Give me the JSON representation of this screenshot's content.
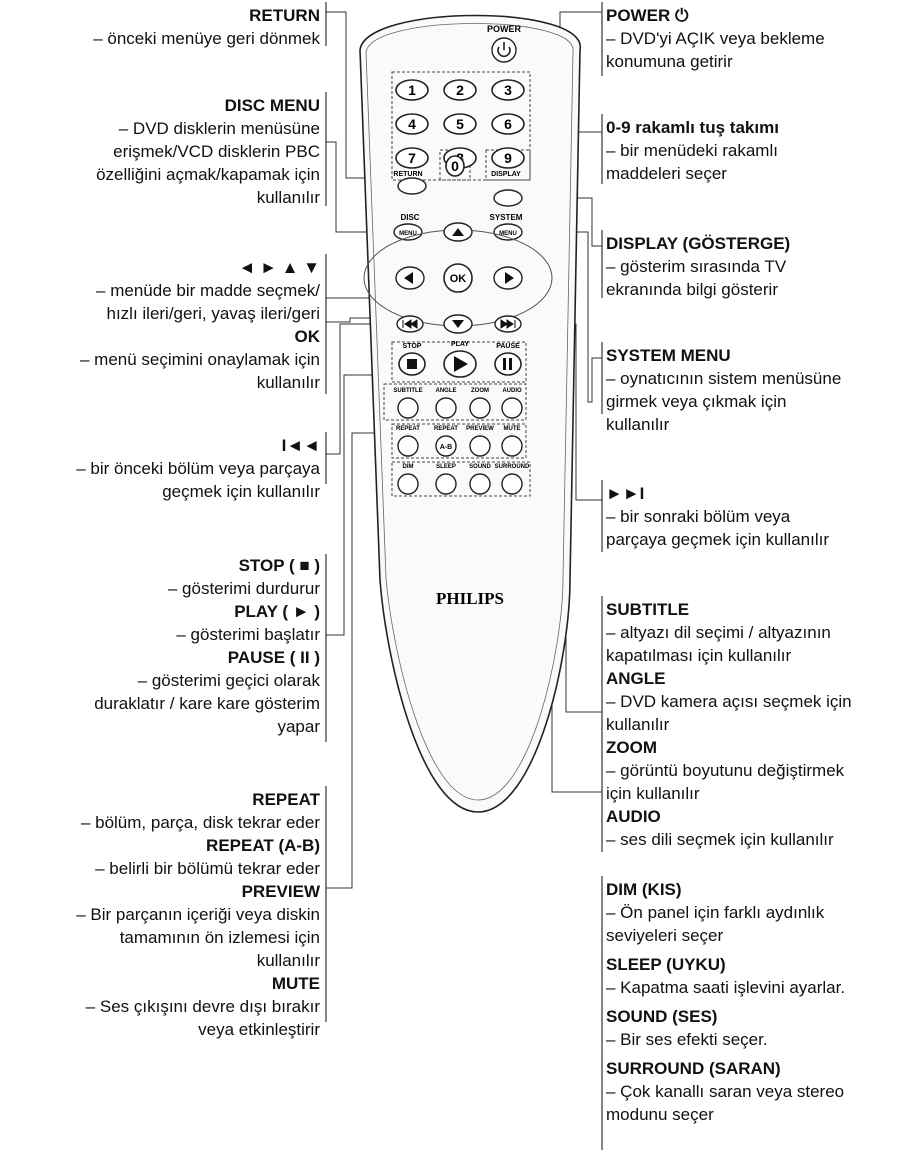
{
  "left": {
    "return": {
      "title": "RETURN",
      "desc": [
        "– önceki menüye geri dönmek"
      ]
    },
    "disc_menu": {
      "title": "DISC MENU",
      "desc": [
        "– DVD disklerin menüsüne",
        "erişmek/VCD disklerin PBC",
        "özelliğini açmak/kapamak için",
        "kullanılır"
      ]
    },
    "arrows": {
      "title": "◄ ► ▲ ▼",
      "desc": [
        "– menüde bir madde seçmek/",
        "hızlı ileri/geri, yavaş ileri/geri"
      ]
    },
    "ok": {
      "title": "OK",
      "desc": [
        "– menü seçimini onaylamak için",
        "kullanılır"
      ]
    },
    "prev": {
      "title": "I◄◄",
      "desc": [
        "– bir önceki bölüm veya parçaya",
        "geçmek için kullanılır"
      ]
    },
    "stop": {
      "title": "STOP ( ■ )",
      "desc": [
        "– gösterimi durdurur"
      ]
    },
    "play": {
      "title": "PLAY ( ► )",
      "desc": [
        "– gösterimi başlatır"
      ]
    },
    "pause": {
      "title": "PAUSE ( II )",
      "desc": [
        "– gösterimi geçici olarak",
        "duraklatır / kare kare gösterim",
        "yapar"
      ]
    },
    "repeat": {
      "title": "REPEAT",
      "desc": [
        "– bölüm, parça, disk tekrar eder"
      ]
    },
    "repeat_ab": {
      "title": "REPEAT (A-B)",
      "desc": [
        "– belirli bir bölümü tekrar eder"
      ]
    },
    "preview": {
      "title": "PREVIEW",
      "desc": [
        "– Bir parçanın içeriği veya diskin",
        "tamamının ön izlemesi için",
        "kullanılır"
      ]
    },
    "mute": {
      "title": "MUTE",
      "desc": [
        "– Ses çıkışını devre dışı bırakır",
        "veya etkinleştirir"
      ]
    }
  },
  "right": {
    "power": {
      "title": "POWER ⏻",
      "desc": [
        "– DVD'yi AÇIK veya bekleme",
        "konumuna getirir"
      ]
    },
    "numpad": {
      "title": "0-9 rakamlı tuş takımı",
      "desc": [
        "– bir menüdeki rakamlı",
        "maddeleri seçer"
      ]
    },
    "display": {
      "title": "DISPLAY (GÖSTERGE)",
      "desc": [
        "– gösterim sırasında TV",
        "ekranında bilgi gösterir"
      ]
    },
    "system_menu": {
      "title": "SYSTEM MENU",
      "desc": [
        "– oynatıcının sistem menüsüne",
        "girmek veya çıkmak için",
        "kullanılır"
      ]
    },
    "next": {
      "title": "►►I",
      "desc": [
        "– bir sonraki bölüm veya",
        "parçaya geçmek için kullanılır"
      ]
    },
    "subtitle": {
      "title": "SUBTITLE",
      "desc": [
        "– altyazı dil seçimi / altyazının",
        "kapatılması için kullanılır"
      ]
    },
    "angle": {
      "title": "ANGLE",
      "desc": [
        "– DVD kamera açısı seçmek için",
        "kullanılır"
      ]
    },
    "zoom": {
      "title": "ZOOM",
      "desc": [
        "– görüntü boyutunu değiştirmek",
        "için kullanılır"
      ]
    },
    "audio": {
      "title": "AUDIO",
      "desc": [
        "– ses dili seçmek için kullanılır"
      ]
    },
    "dim": {
      "title": "DIM (KIS)",
      "desc": [
        "–   Ön panel için farklı aydınlık",
        "seviyeleri seçer"
      ]
    },
    "sleep": {
      "title": "SLEEP (UYKU)",
      "desc": [
        "–   Kapatma saati işlevini ayarlar."
      ]
    },
    "sound": {
      "title": "SOUND (SES)",
      "desc": [
        "–   Bir ses efekti seçer."
      ]
    },
    "surround": {
      "title": "SURROUND (SARAN)",
      "desc": [
        "–   Çok kanallı saran veya stereo",
        "modunu seçer"
      ]
    }
  },
  "remote": {
    "brand": "PHILIPS",
    "power_label": "POWER",
    "digits": [
      "1",
      "2",
      "3",
      "4",
      "5",
      "6",
      "7",
      "8",
      "9",
      "0"
    ],
    "return_label": "RETURN",
    "display_label": "DISPLAY",
    "disc_label": "DISC",
    "system_label": "SYSTEM",
    "menu_label": "MENU",
    "ok_label": "OK",
    "stop_label": "STOP",
    "play_label": "PLAY",
    "pause_label": "PAUSE",
    "row1": [
      "SUBTITLE",
      "ANGLE",
      "ZOOM",
      "AUDIO"
    ],
    "row2": [
      "REPEAT",
      "REPEAT",
      "PREVIEW",
      "MUTE"
    ],
    "ab_label": "A-B",
    "row3": [
      "DIM",
      "SLEEP",
      "SOUND",
      "SURROUND"
    ]
  }
}
